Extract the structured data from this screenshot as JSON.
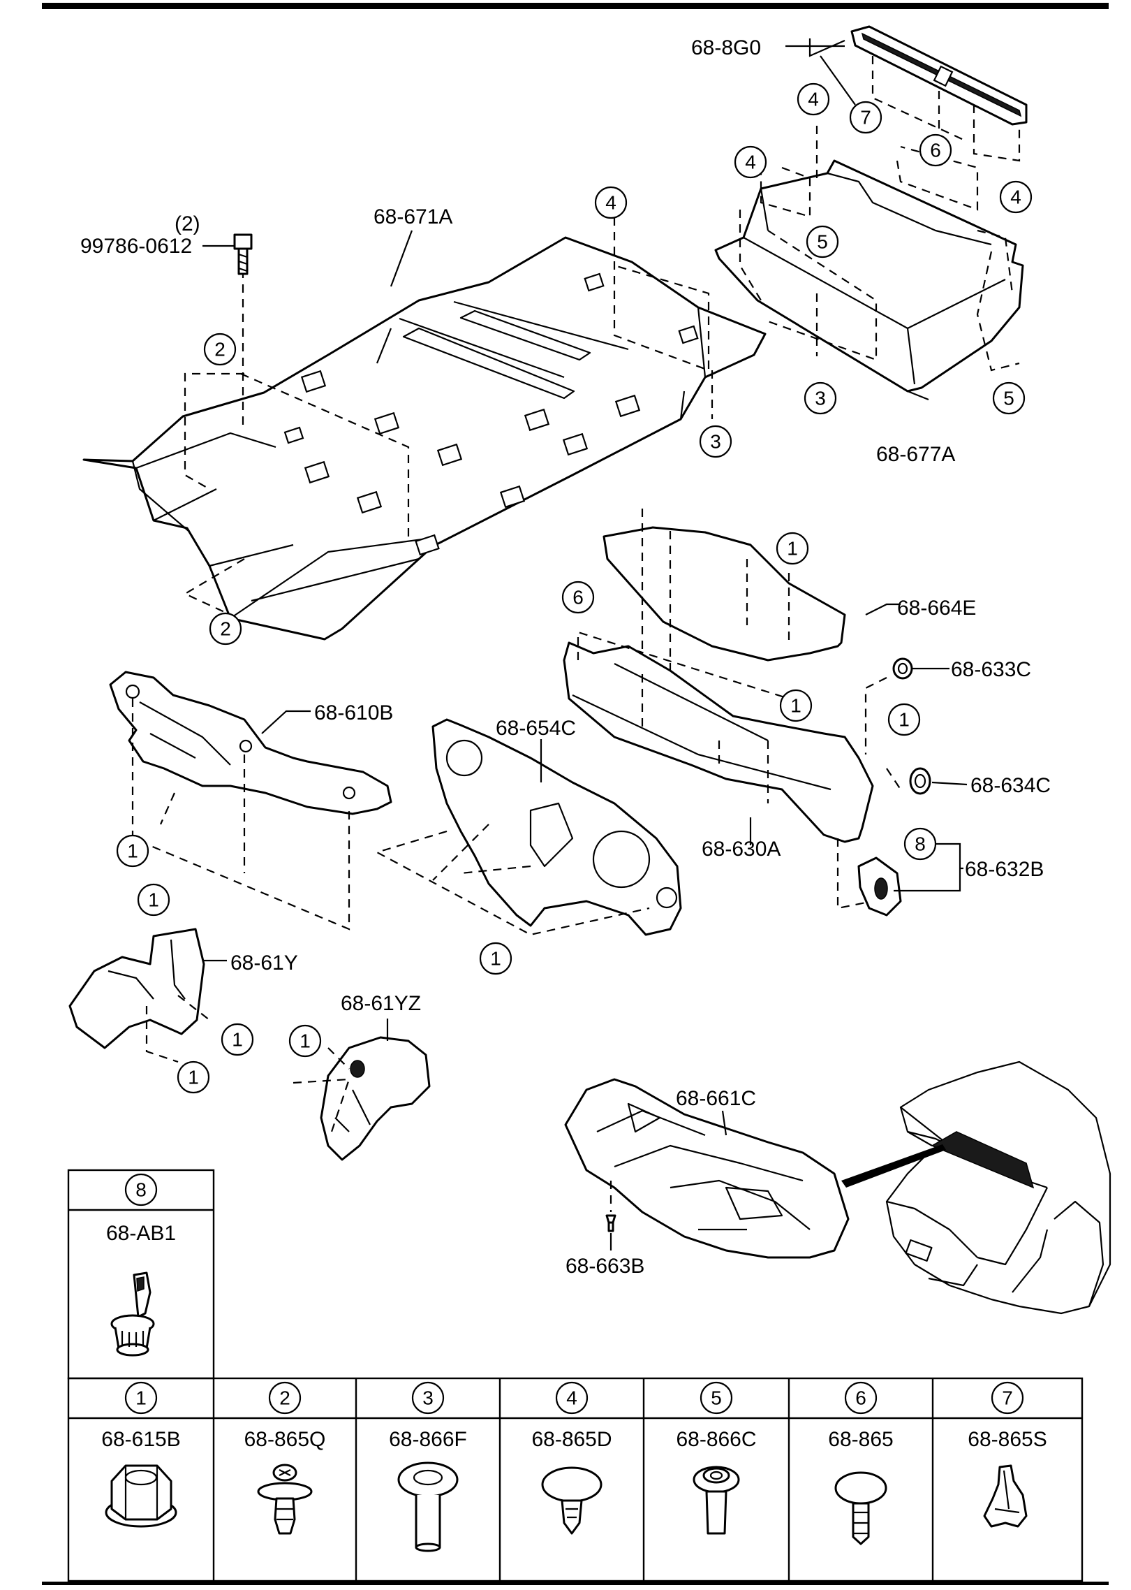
{
  "parts": {
    "p_68_8G0": "68-8G0",
    "p_99786_0612": "99786-0612",
    "p_99786_qty": "(2)",
    "p_68_671A": "68-671A",
    "p_68_677A": "68-677A",
    "p_68_664E": "68-664E",
    "p_68_633C": "68-633C",
    "p_68_610B": "68-610B",
    "p_68_654C": "68-654C",
    "p_68_634C": "68-634C",
    "p_68_630A": "68-630A",
    "p_68_632B": "68-632B",
    "p_68_61Y": "68-61Y",
    "p_68_61YZ": "68-61YZ",
    "p_68_661C": "68-661C",
    "p_68_663B": "68-663B"
  },
  "callout_numbers": [
    "1",
    "2",
    "3",
    "4",
    "5",
    "6",
    "7",
    "8"
  ],
  "fastener_legend": {
    "item_8": {
      "index": "8",
      "part": "68-AB1"
    },
    "columns": [
      {
        "index": "1",
        "part": "68-615B",
        "icon": "flange-nut-icon"
      },
      {
        "index": "2",
        "part": "68-865Q",
        "icon": "push-clip-icon"
      },
      {
        "index": "3",
        "part": "68-866F",
        "icon": "grommet-icon"
      },
      {
        "index": "4",
        "part": "68-865D",
        "icon": "mushroom-clip-icon"
      },
      {
        "index": "5",
        "part": "68-866C",
        "icon": "screw-grommet-icon"
      },
      {
        "index": "6",
        "part": "68-865",
        "icon": "plastic-rivet-icon"
      },
      {
        "index": "7",
        "part": "68-865S",
        "icon": "spring-clip-icon"
      }
    ]
  }
}
